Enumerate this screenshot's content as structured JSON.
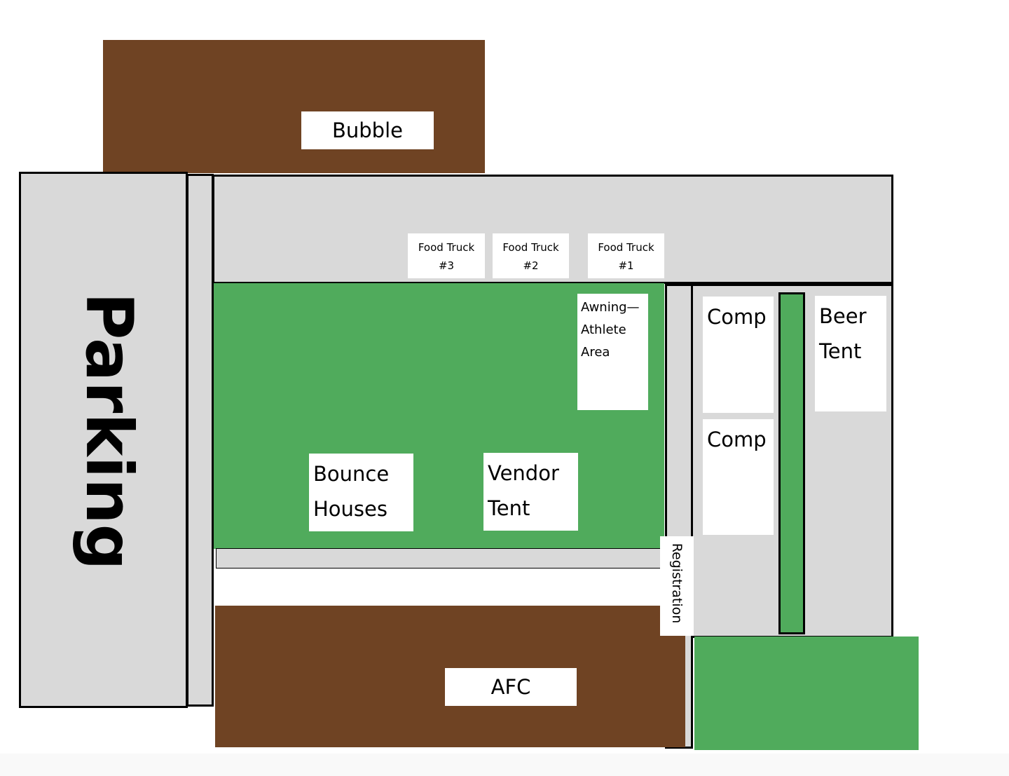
{
  "map": {
    "bubble": "Bubble",
    "parking": "Parking",
    "food_trucks": [
      {
        "line1": "Food Truck",
        "line2": "#3"
      },
      {
        "line1": "Food Truck",
        "line2": "#2"
      },
      {
        "line1": "Food Truck",
        "line2": "#1"
      }
    ],
    "awning": {
      "line1": "Awning—",
      "line2": "Athlete",
      "line3": "Area"
    },
    "bounce": {
      "line1": "Bounce",
      "line2": "Houses"
    },
    "vendor": {
      "line1": "Vendor",
      "line2": "Tent"
    },
    "comp1": "Comp",
    "comp2": "Comp",
    "beer": {
      "line1": "Beer",
      "line2": "Tent"
    },
    "registration": "Registration",
    "afc": "AFC",
    "colors": {
      "brown": "#6f4323",
      "gray": "#d9d9d9",
      "green": "#50ab5c"
    }
  }
}
